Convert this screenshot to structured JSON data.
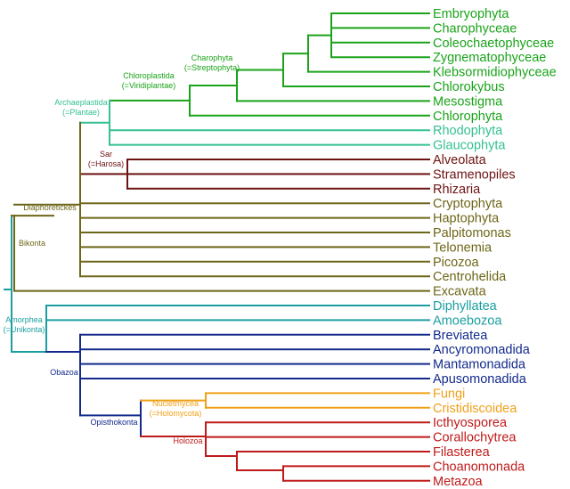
{
  "colors": {
    "green": "#1aa31a",
    "teal_green": "#35c191",
    "maroon": "#6e1212",
    "olive": "#6e6618",
    "teal": "#1a9ea0",
    "navy": "#132a8c",
    "orange": "#f0a018",
    "red": "#bf1a1a"
  },
  "taxa": [
    {
      "name": "Embryophyta",
      "color": "green"
    },
    {
      "name": "Charophyceae",
      "color": "green"
    },
    {
      "name": "Coleochaetophyceae",
      "color": "green"
    },
    {
      "name": "Zygnematophyceae",
      "color": "green"
    },
    {
      "name": "Klebsormidiophyceae",
      "color": "green"
    },
    {
      "name": "Chlorokybus",
      "color": "green"
    },
    {
      "name": "Mesostigma",
      "color": "green"
    },
    {
      "name": "Chlorophyta",
      "color": "green"
    },
    {
      "name": "Rhodophyta",
      "color": "teal_green"
    },
    {
      "name": "Glaucophyta",
      "color": "teal_green"
    },
    {
      "name": "Alveolata",
      "color": "maroon"
    },
    {
      "name": "Stramenopiles",
      "color": "maroon"
    },
    {
      "name": "Rhizaria",
      "color": "maroon"
    },
    {
      "name": "Cryptophyta",
      "color": "olive"
    },
    {
      "name": "Haptophyta",
      "color": "olive"
    },
    {
      "name": "Palpitomonas",
      "color": "olive"
    },
    {
      "name": "Telonemia",
      "color": "olive"
    },
    {
      "name": "Picozoa",
      "color": "olive"
    },
    {
      "name": "Centrohelida",
      "color": "olive"
    },
    {
      "name": "Excavata",
      "color": "olive"
    },
    {
      "name": "Diphyllatea",
      "color": "teal"
    },
    {
      "name": "Amoebozoa",
      "color": "teal"
    },
    {
      "name": "Breviatea",
      "color": "navy"
    },
    {
      "name": "Ancyromonadida",
      "color": "navy"
    },
    {
      "name": "Mantamonadida",
      "color": "navy"
    },
    {
      "name": "Apusomonadida",
      "color": "navy"
    },
    {
      "name": "Fungi",
      "color": "orange"
    },
    {
      "name": "Cristidiscoidea",
      "color": "orange"
    },
    {
      "name": "Icthyosporea",
      "color": "red"
    },
    {
      "name": "Corallochytrea",
      "color": "red"
    },
    {
      "name": "Filasterea",
      "color": "red"
    },
    {
      "name": "Choanomonada",
      "color": "red"
    },
    {
      "name": "Metazoa",
      "color": "red"
    }
  ],
  "clades": [
    {
      "id": "charophyta",
      "lines": [
        "Charophyta",
        "(=Streptophyta)"
      ],
      "color": "green"
    },
    {
      "id": "chloroplastida",
      "lines": [
        "Chloroplastida",
        "(=Viridiplantae)"
      ],
      "color": "green"
    },
    {
      "id": "archaeplastida",
      "lines": [
        "Archaeplastida",
        "(=Plantae)"
      ],
      "color": "teal_green"
    },
    {
      "id": "sar",
      "lines": [
        "Sar",
        "(=Harosa)"
      ],
      "color": "maroon"
    },
    {
      "id": "diaphoretickes",
      "lines": [
        "Diaphoretickes"
      ],
      "color": "olive"
    },
    {
      "id": "bikonta",
      "lines": [
        "Bikonta"
      ],
      "color": "olive"
    },
    {
      "id": "amorphea",
      "lines": [
        "Amorphea",
        "(=Unikonta)"
      ],
      "color": "teal"
    },
    {
      "id": "obazoa",
      "lines": [
        "Obazoa"
      ],
      "color": "navy"
    },
    {
      "id": "opisthokonta",
      "lines": [
        "Opisthokonta"
      ],
      "color": "navy"
    },
    {
      "id": "nucletmycea",
      "lines": [
        "Nucletmycea",
        "(=Holomycota)"
      ],
      "color": "orange"
    },
    {
      "id": "holozoa",
      "lines": [
        "Holozoa"
      ],
      "color": "red"
    }
  ]
}
